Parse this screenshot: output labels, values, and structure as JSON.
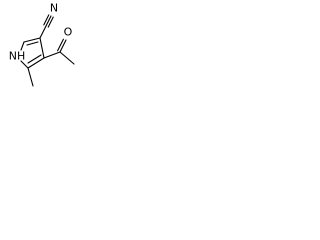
{
  "atoms": {
    "nitrogen_ring": "NH",
    "nitrogen_nitrile": "N",
    "oxygen": "O"
  },
  "colors": {
    "ink": "#000000",
    "background": "#ffffff"
  }
}
